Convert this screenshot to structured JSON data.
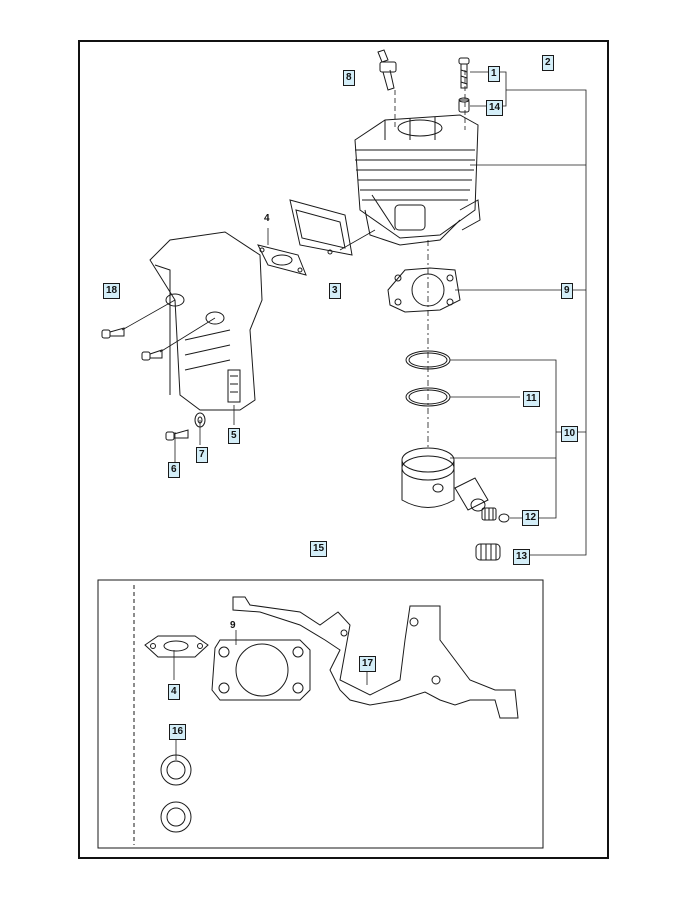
{
  "colors": {
    "line": "#1a1a1a",
    "label_fill": "#d4eef8",
    "frame": "#111111"
  },
  "labels": {
    "l1": "1",
    "l2": "2",
    "l3": "3",
    "l4": "4",
    "l5": "5",
    "l6": "6",
    "l7": "7",
    "l8": "8",
    "l9": "9",
    "l10": "10",
    "l11": "11",
    "l12": "12",
    "l13": "13",
    "l14": "14",
    "l15": "15",
    "l16": "16",
    "l17": "17",
    "l18": "18",
    "kit_4": "4",
    "kit_9": "9"
  }
}
